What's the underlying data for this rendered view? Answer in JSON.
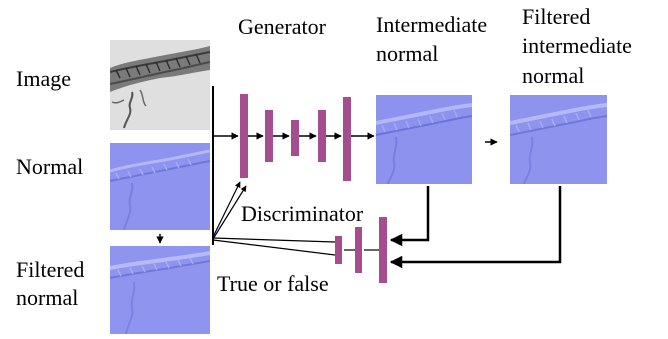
{
  "labels": {
    "image": "Image",
    "normal": "Normal",
    "filtered_normal_line1": "Filtered",
    "filtered_normal_line2": "normal",
    "generator": "Generator",
    "intermediate_line1": "Intermediate",
    "intermediate_line2": "normal",
    "filtered_intermediate_line1": "Filtered",
    "filtered_intermediate_line2": "intermediate",
    "filtered_intermediate_line3": "normal",
    "discriminator": "Discriminator",
    "true_or_false": "True or false"
  },
  "colors": {
    "layer_block": "#a64d8f",
    "normal_map": "#8d93ee",
    "texture_gray": "#c8c8c8",
    "line": "#000000"
  }
}
